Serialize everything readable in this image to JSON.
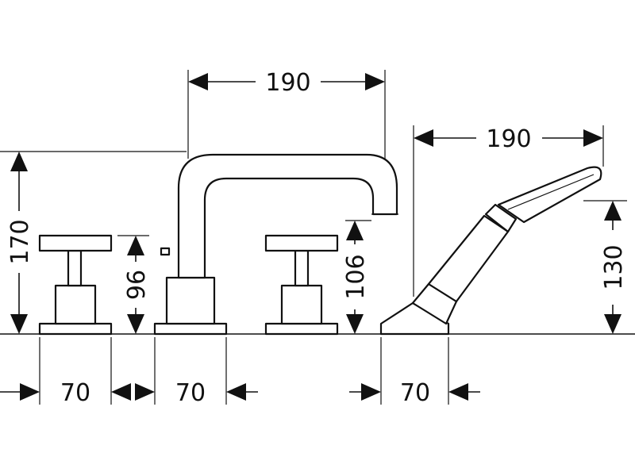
{
  "dimensions": {
    "spout_width": "190",
    "handshower_width": "190",
    "overall_height": "170",
    "handle_height": "96",
    "spout_outlet_height": "106",
    "handshower_height": "130",
    "spacing_left": "70",
    "spacing_middle": "70",
    "spacing_right": "70"
  }
}
